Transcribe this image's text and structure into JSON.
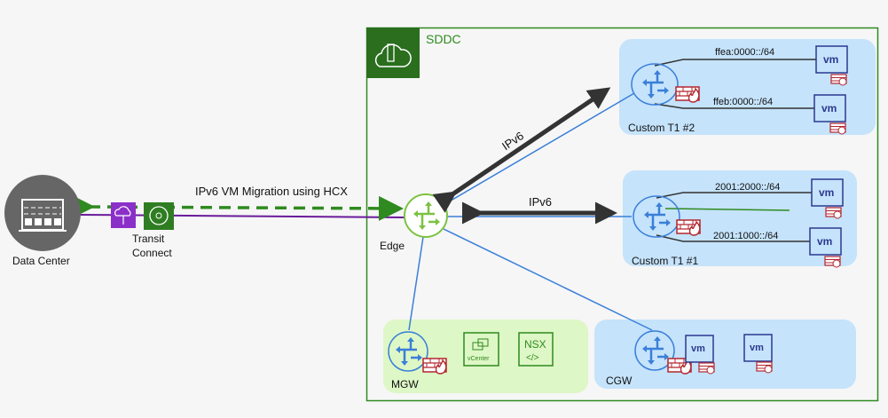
{
  "diagram": {
    "sddc_label": "SDDC",
    "data_center_label": "Data Center",
    "transit_connect_label_1": "Transit",
    "transit_connect_label_2": "Connect",
    "migration_label": "IPv6 VM Migration using HCX",
    "edge_label": "Edge",
    "ipv6_label_t1_2": "IPv6",
    "ipv6_label_t1_1": "IPv6",
    "custom_t1_2": {
      "label": "Custom T1 #2",
      "subnets": [
        "ffea:0000::/64",
        "ffeb:0000::/64"
      ],
      "vm_label": "vm"
    },
    "custom_t1_1": {
      "label": "Custom T1 #1",
      "subnets": [
        "2001:2000::/64",
        "2001:1000::/64"
      ],
      "vm_label": "vm"
    },
    "mgw": {
      "label": "MGW",
      "vcenter_label": "vCenter",
      "nsx_label": "NSX",
      "nsx_code": "</>"
    },
    "cgw": {
      "label": "CGW",
      "vm_label": "vm"
    }
  },
  "colors": {
    "sddc_green": "#2f8a1f",
    "logo_green": "#2a6e1e",
    "edge_green": "#7cc242",
    "router_blue": "#3a7fd9",
    "t1_fill": "#c5e3fb",
    "mgw_fill": "#def7c6",
    "purple": "#6a1b9a",
    "firewall_red": "#b3262e",
    "vm_navy": "#2b3990"
  }
}
